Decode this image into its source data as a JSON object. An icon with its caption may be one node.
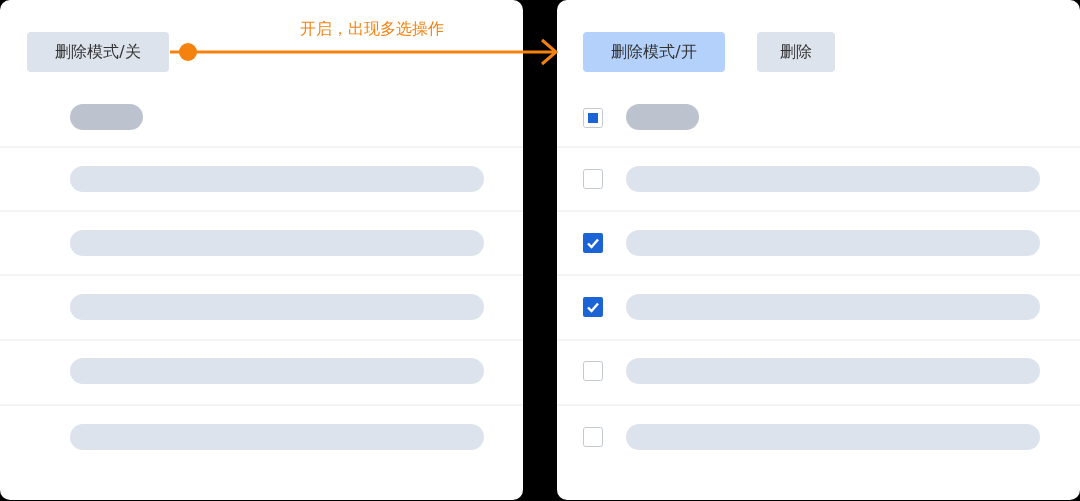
{
  "diagram": {
    "nodes": [
      {
        "text": [],
        "shape": "box"
      },
      {
        "text": [
          "删除模式/关"
        ],
        "in": 0
      },
      {
        "text": [],
        "shape": "box"
      },
      {
        "text": [
          "删除模式/开"
        ],
        "in": 2
      },
      {
        "text": [
          "删除"
        ],
        "in": 2
      }
    ],
    "edges": [
      {
        "from": 1,
        "to": 2,
        "arrow": "to",
        "label": "开启，出现多选操作"
      }
    ]
  }
}
